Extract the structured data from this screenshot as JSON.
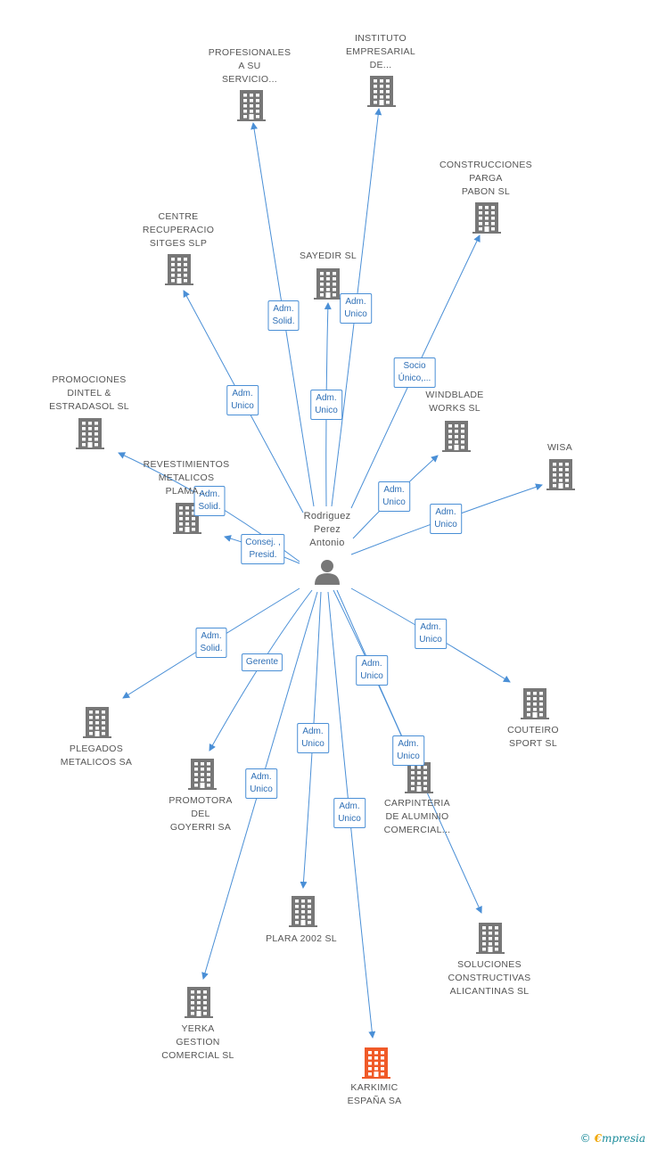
{
  "center": {
    "name": "Rodriguez\nPerez\nAntonio"
  },
  "colors": {
    "edge": "#4a8fd6",
    "building": "#777777",
    "highlight": "#f05a28",
    "person": "#777777"
  },
  "nodes": [
    {
      "id": "profesionales",
      "label": "PROFESIONALES\nA SU\nSERVICIO...",
      "icon": "building-icon"
    },
    {
      "id": "instituto",
      "label": "INSTITUTO\nEMPRESARIAL\nDE...",
      "icon": "building-icon"
    },
    {
      "id": "construcciones",
      "label": "CONSTRUCCIONES\nPARGA\nPABON SL",
      "icon": "building-icon"
    },
    {
      "id": "centre",
      "label": "CENTRE\nRECUPERACIO\nSITGES SLP",
      "icon": "building-icon"
    },
    {
      "id": "sayedir",
      "label": "SAYEDIR SL",
      "icon": "building-icon"
    },
    {
      "id": "promociones",
      "label": "PROMOCIONES\nDINTEL &\nESTRADASOL SL",
      "icon": "building-icon"
    },
    {
      "id": "windblade",
      "label": "WINDBLADE\nWORKS SL",
      "icon": "building-icon"
    },
    {
      "id": "wisa",
      "label": "WISA",
      "icon": "building-icon"
    },
    {
      "id": "revestimientos",
      "label": "REVESTIMIENTOS\nMETALICOS\nPLAMA...",
      "icon": "building-icon"
    },
    {
      "id": "plegados",
      "label": "PLEGADOS\nMETALICOS SA",
      "icon": "building-icon"
    },
    {
      "id": "promotora",
      "label": "PROMOTORA\nDEL\nGOYERRI SA",
      "icon": "building-icon"
    },
    {
      "id": "couteiro",
      "label": "COUTEIRO\nSPORT SL",
      "icon": "building-icon"
    },
    {
      "id": "carpinteria",
      "label": "CARPINTERIA\nDE ALUMINIO\nCOMERCIAL...",
      "icon": "building-icon"
    },
    {
      "id": "plara",
      "label": "PLARA 2002 SL",
      "icon": "building-icon"
    },
    {
      "id": "soluciones",
      "label": "SOLUCIONES\nCONSTRUCTIVAS\nALICANTINAS SL",
      "icon": "building-icon"
    },
    {
      "id": "yerka",
      "label": "YERKA\nGESTION\nCOMERCIAL SL",
      "icon": "building-icon"
    },
    {
      "id": "karkimic",
      "label": "KARKIMIC\nESPAÑA SA",
      "icon": "building-icon",
      "highlight": true
    }
  ],
  "edges": [
    {
      "to": "profesionales",
      "label": "Adm.\nSolid."
    },
    {
      "to": "instituto",
      "label": "Adm.\nUnico"
    },
    {
      "to": "construcciones",
      "label": "Socio\nÚnico,..."
    },
    {
      "to": "centre",
      "label": "Adm.\nUnico"
    },
    {
      "to": "sayedir",
      "label": "Adm.\nUnico"
    },
    {
      "to": "promociones",
      "label": "Adm.\nSolid."
    },
    {
      "to": "windblade",
      "label": "Adm.\nUnico"
    },
    {
      "to": "wisa",
      "label": "Adm.\nUnico"
    },
    {
      "to": "revestimientos",
      "label": "Consej. ,\nPresid."
    },
    {
      "to": "plegados",
      "label": "Adm.\nSolid."
    },
    {
      "to": "promotora",
      "label": "Gerente"
    },
    {
      "to": "couteiro",
      "label": "Adm.\nUnico"
    },
    {
      "to": "carpinteria",
      "label": "Adm.\nUnico"
    },
    {
      "to": "plara",
      "label": "Adm.\nUnico"
    },
    {
      "to": "soluciones",
      "label": "Adm.\nUnico"
    },
    {
      "to": "yerka",
      "label": "Adm.\nUnico"
    },
    {
      "to": "karkimic",
      "label": "Adm.\nUnico"
    }
  ],
  "footer": {
    "copyright": "©",
    "brand_e": "€",
    "brand_rest": "mpresia"
  }
}
